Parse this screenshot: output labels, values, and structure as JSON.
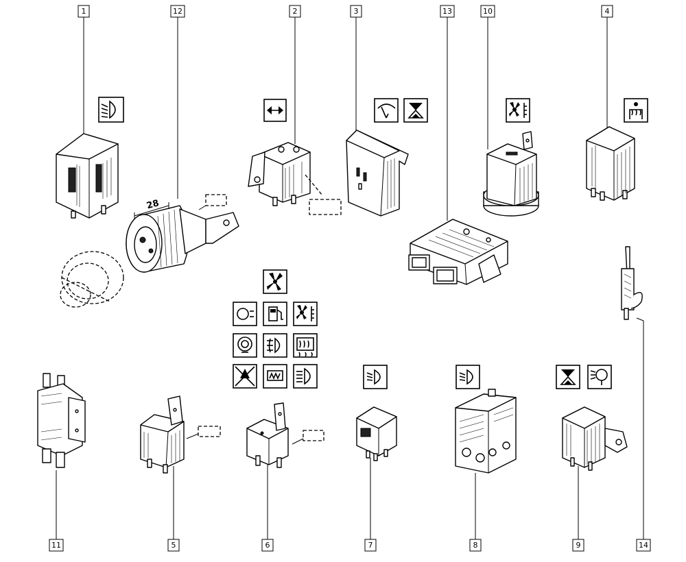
{
  "callouts": {
    "c1": "1",
    "c2": "2",
    "c3": "3",
    "c4": "4",
    "c5": "5",
    "c6": "6",
    "c7": "7",
    "c8": "8",
    "c9": "9",
    "c10": "10",
    "c11": "11",
    "c12": "12",
    "c13": "13",
    "c14": "14"
  },
  "dimension": "28",
  "symbols": {
    "headlamp_beam": "headlamp-beam-icon",
    "direction_arrows": "direction-indicator-icon",
    "wiper": "wiper-icon",
    "timer": "hourglass-timer-icon",
    "fan_temp": "fan-temperature-icon",
    "heated_seat": "heated-seat-icon",
    "fan": "fan-icon",
    "sidelight": "sidelight-icon",
    "fuel_pump": "fuel-pump-icon",
    "horn": "horn-icon",
    "fog_front": "front-fog-lamp-icon",
    "heated_rear_window": "heated-rear-window-icon",
    "cut_off": "cut-off-icon",
    "heater_plug": "heater-plug-icon",
    "main_beam": "main-beam-icon",
    "washer_headlamp": "headlamp-washer-icon"
  }
}
